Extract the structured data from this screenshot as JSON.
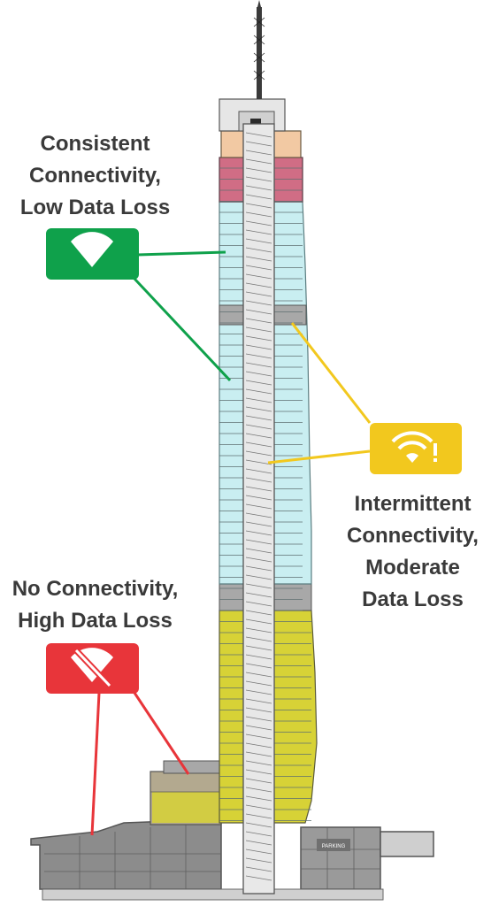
{
  "legend": {
    "good": {
      "lines": [
        "Consistent",
        "Connectivity,",
        "Low Data Loss"
      ],
      "color": "#0fa14b",
      "icon": "wifi-full-icon"
    },
    "intermittent": {
      "lines": [
        "Intermittent",
        "Connectivity,",
        "Moderate",
        "Data Loss"
      ],
      "color": "#f2c81e",
      "icon": "wifi-warning-icon"
    },
    "none": {
      "lines": [
        "No Connectivity,",
        "High Data Loss"
      ],
      "color": "#e8353a",
      "icon": "wifi-off-icon"
    }
  },
  "zone_colors": {
    "good": "#c9eef1",
    "intermittent": "#d7d236",
    "none": "#8a8a8a",
    "top_floors": "#d06d85",
    "crown": "#f2c9a3"
  },
  "building_sign": "PARKING"
}
